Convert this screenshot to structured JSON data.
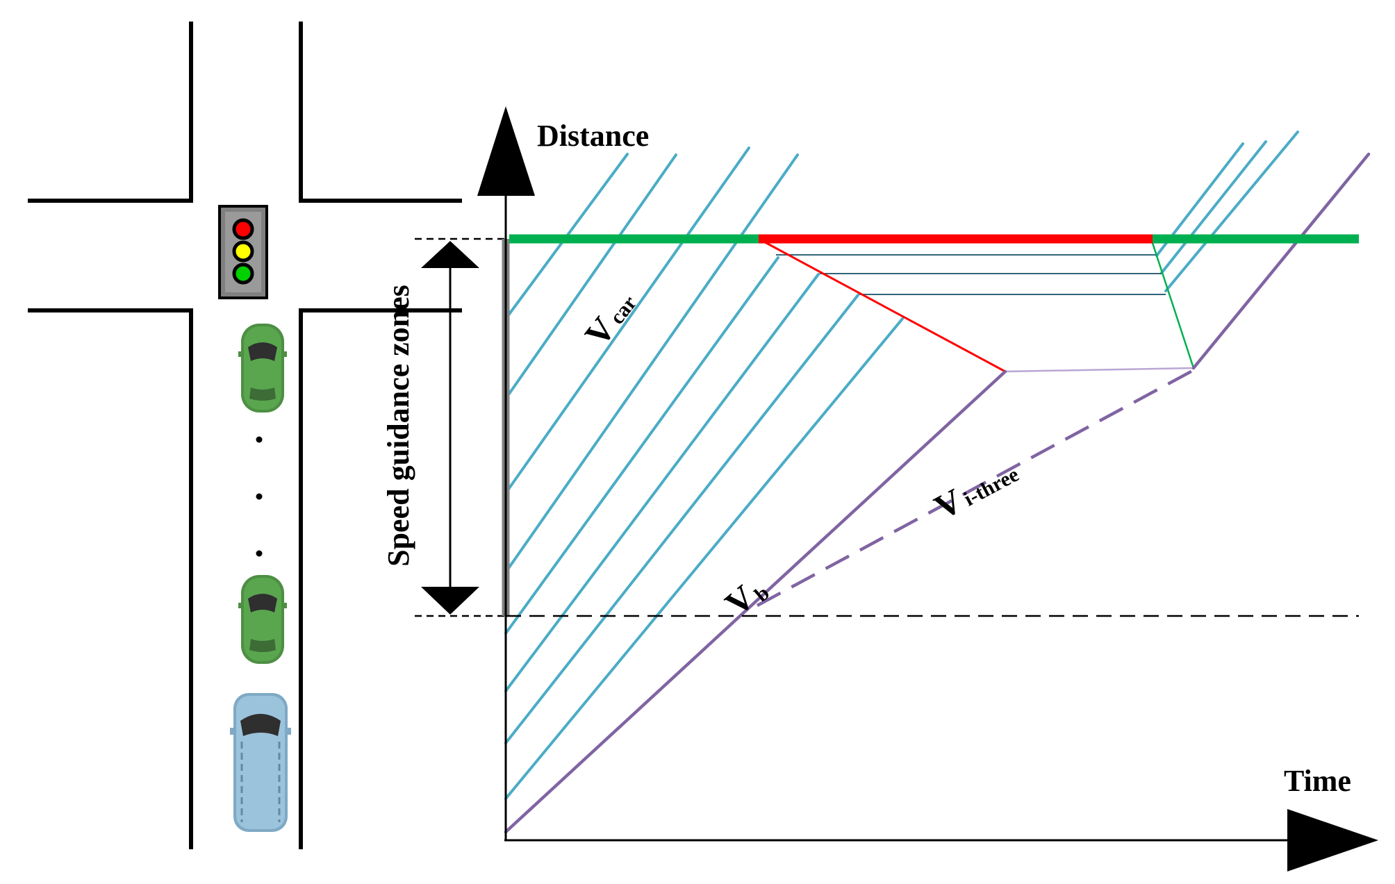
{
  "labels": {
    "distance_axis": "Distance",
    "time_axis": "Time",
    "zone_label": "Speed guidance zones",
    "v_car": {
      "main": "V",
      "sub": "car"
    },
    "v_b": {
      "main": "V",
      "sub": "b"
    },
    "v_i_three": {
      "main": "V",
      "sub": "i-three"
    }
  },
  "colors": {
    "signal_green": "#00b050",
    "signal_red": "#ff0000",
    "trajectory_teal": "#4bacc6",
    "trajectory_purple": "#8064a2",
    "queue_line": "#31657a",
    "car_green": "#5aa64f",
    "bus_blue": "#9cc3dc",
    "axis": "#000000",
    "stop_line_gray": "#808080"
  },
  "icons": [
    "traffic-light-icon",
    "green-car-icon",
    "blue-van-icon",
    "ellipsis-dots"
  ]
}
